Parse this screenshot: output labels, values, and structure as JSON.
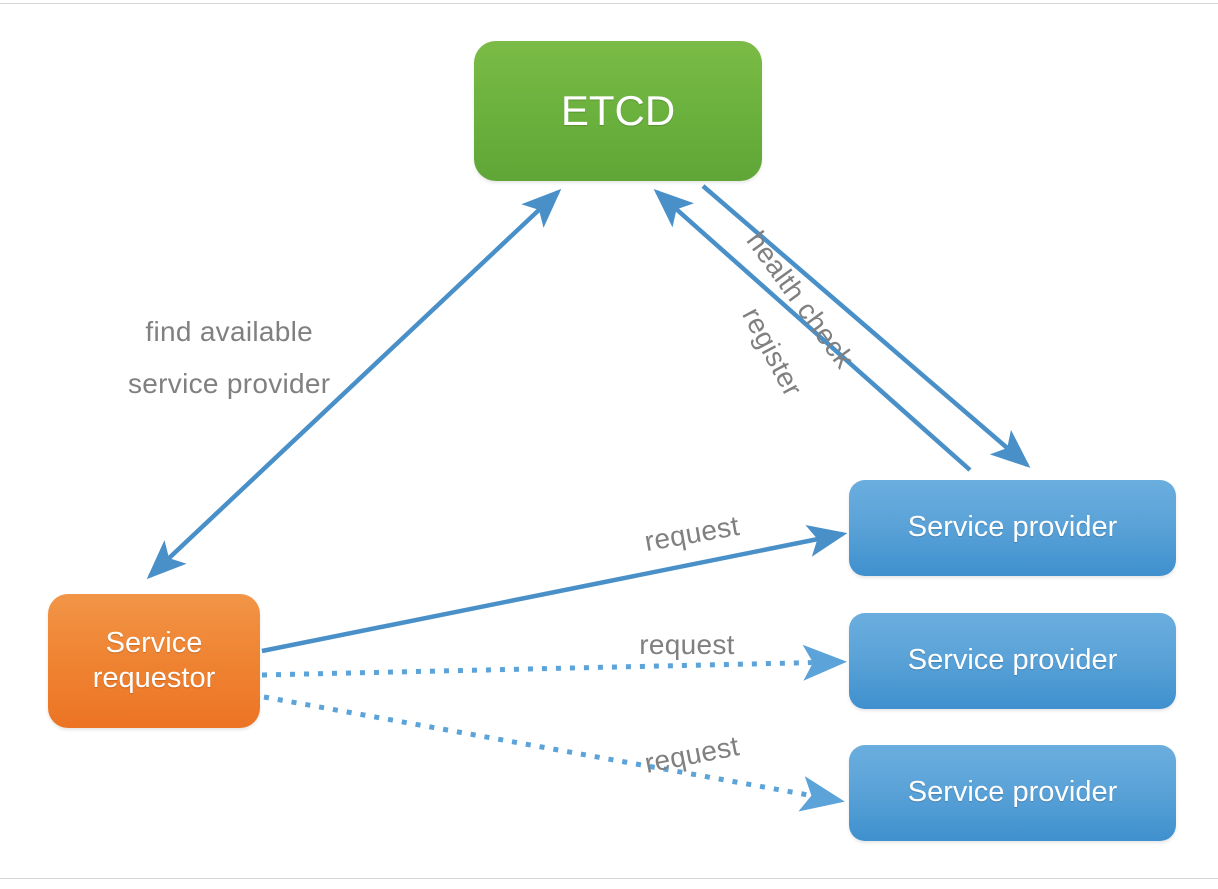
{
  "diagram": {
    "title": "ETCD service discovery diagram",
    "background": "#ffffff",
    "colors": {
      "etcd_green": "#6cb23e",
      "requestor_orange": "#ef8534",
      "provider_blue": "#5ba3d8",
      "arrow_blue": "#4a90c8",
      "label_gray": "#808080",
      "node_text": "#ffffff",
      "frame_border": "#d6d6d6"
    },
    "nodes": [
      {
        "id": "etcd",
        "label": "ETCD",
        "color": "#6cb23e"
      },
      {
        "id": "requestor",
        "label_line1": "Service",
        "label_line2": "requestor",
        "label": "Service requestor",
        "color": "#ef8534"
      },
      {
        "id": "provider1",
        "label": "Service provider",
        "color": "#5ba3d8"
      },
      {
        "id": "provider2",
        "label": "Service provider",
        "color": "#5ba3d8"
      },
      {
        "id": "provider3",
        "label": "Service provider",
        "color": "#5ba3d8"
      }
    ],
    "edges": [
      {
        "id": "find-available",
        "from": "requestor",
        "to": "etcd",
        "label_line1": "find  available",
        "label_line2": "service  provider",
        "label": "find available service provider",
        "style": "solid",
        "arrowheads": "both"
      },
      {
        "id": "register",
        "from": "provider1",
        "to": "etcd",
        "label": "register",
        "style": "solid",
        "arrowheads": "end"
      },
      {
        "id": "health-check",
        "from": "etcd",
        "to": "provider1",
        "label": "health check",
        "style": "solid",
        "arrowheads": "end"
      },
      {
        "id": "request-1",
        "from": "requestor",
        "to": "provider1",
        "label": "request",
        "style": "solid",
        "arrowheads": "end"
      },
      {
        "id": "request-2",
        "from": "requestor",
        "to": "provider2",
        "label": "request",
        "style": "dotted",
        "arrowheads": "end"
      },
      {
        "id": "request-3",
        "from": "requestor",
        "to": "provider3",
        "label": "request",
        "style": "dotted",
        "arrowheads": "end"
      }
    ]
  }
}
